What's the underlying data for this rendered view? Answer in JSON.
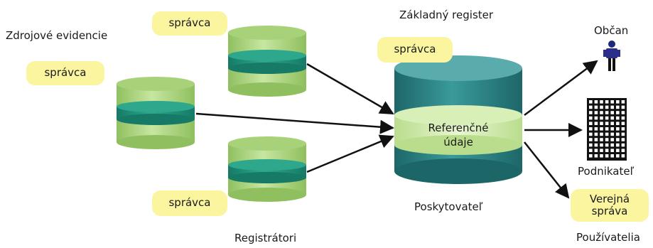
{
  "labels": {
    "zdrojove": "Zdrojové evidencie",
    "zakladny": "Základný register",
    "registratori": "Registrátori",
    "poskytovatel": "Poskytovateľ",
    "pouzivatelia": "Používatelia",
    "obcan": "Občan",
    "podnikatel": "Podnikateľ"
  },
  "badges": {
    "spravca": "správca",
    "verejna_line1": "Verejná",
    "verejna_line2": "správa"
  },
  "center": {
    "line1": "Referenčné",
    "line2": "údaje"
  },
  "colors": {
    "cyl_light": "#a8d27a",
    "cyl_band": "#1d8f78",
    "main_teal": "#237a7c",
    "badge": "#fbf5a0",
    "arrow": "#111111"
  },
  "icons": [
    "person-icon",
    "building-icon"
  ]
}
